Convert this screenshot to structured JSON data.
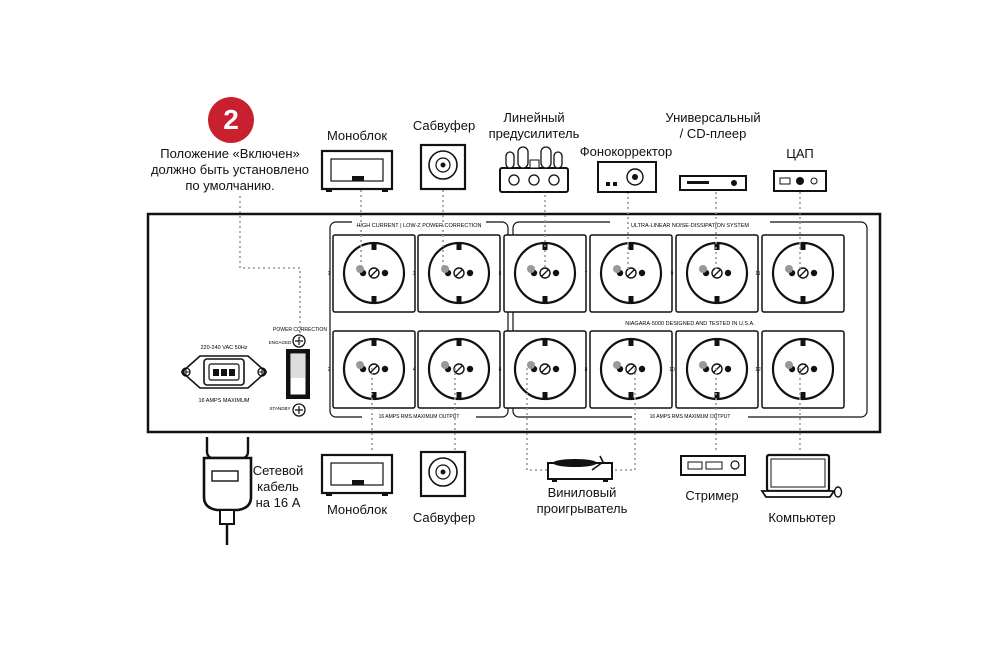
{
  "callout": {
    "number": "2",
    "text_line1": "Положение «Включен»",
    "text_line2": "должно быть установлено",
    "text_line3": "по умолчанию.",
    "badge_color": "#c8202f"
  },
  "panel": {
    "section_left_title": "HIGH CURRENT | LOW-Z POWER CORRECTION",
    "section_right_title": "ULTRA-LINEAR NOISE-DISSIPATION SYSTEM",
    "model_text": "NIAGARA-5000  DESIGNED AND TESTED IN U.S.A.",
    "left_bottom_text": "16 AMPS RMS MAXIMUM OUTPUT",
    "right_bottom_text": "16 AMPS RMS MAXIMUM OUTPUT",
    "inlet_top_text": "220-240 VAC 50Hz",
    "inlet_bottom_text": "16 AMPS MAXIMUM",
    "switch_title": "POWER CORRECTION",
    "switch_on": "ENGAGED",
    "switch_off": "STANDBY",
    "outlet_numbers": [
      "1",
      "3",
      "5",
      "7",
      "9",
      "11",
      "2",
      "4",
      "6",
      "8",
      "10",
      "12"
    ]
  },
  "devices_top": {
    "monoblock": "Моноблок",
    "subwoofer": "Сабвуфер",
    "preamp_line1": "Линейный",
    "preamp_line2": "предусилитель",
    "phono": "Фонокорректор",
    "cd_line1": "Универсальный",
    "cd_line2": "/ CD-плеер",
    "dac": "ЦАП"
  },
  "devices_bottom": {
    "cable_line1": "Сетевой",
    "cable_line2": "кабель",
    "cable_line3": "на 16 А",
    "monoblock": "Моноблок",
    "subwoofer": "Сабвуфер",
    "turntable_line1": "Виниловый",
    "turntable_line2": "проигрыватель",
    "streamer": "Стример",
    "computer": "Компьютер"
  }
}
